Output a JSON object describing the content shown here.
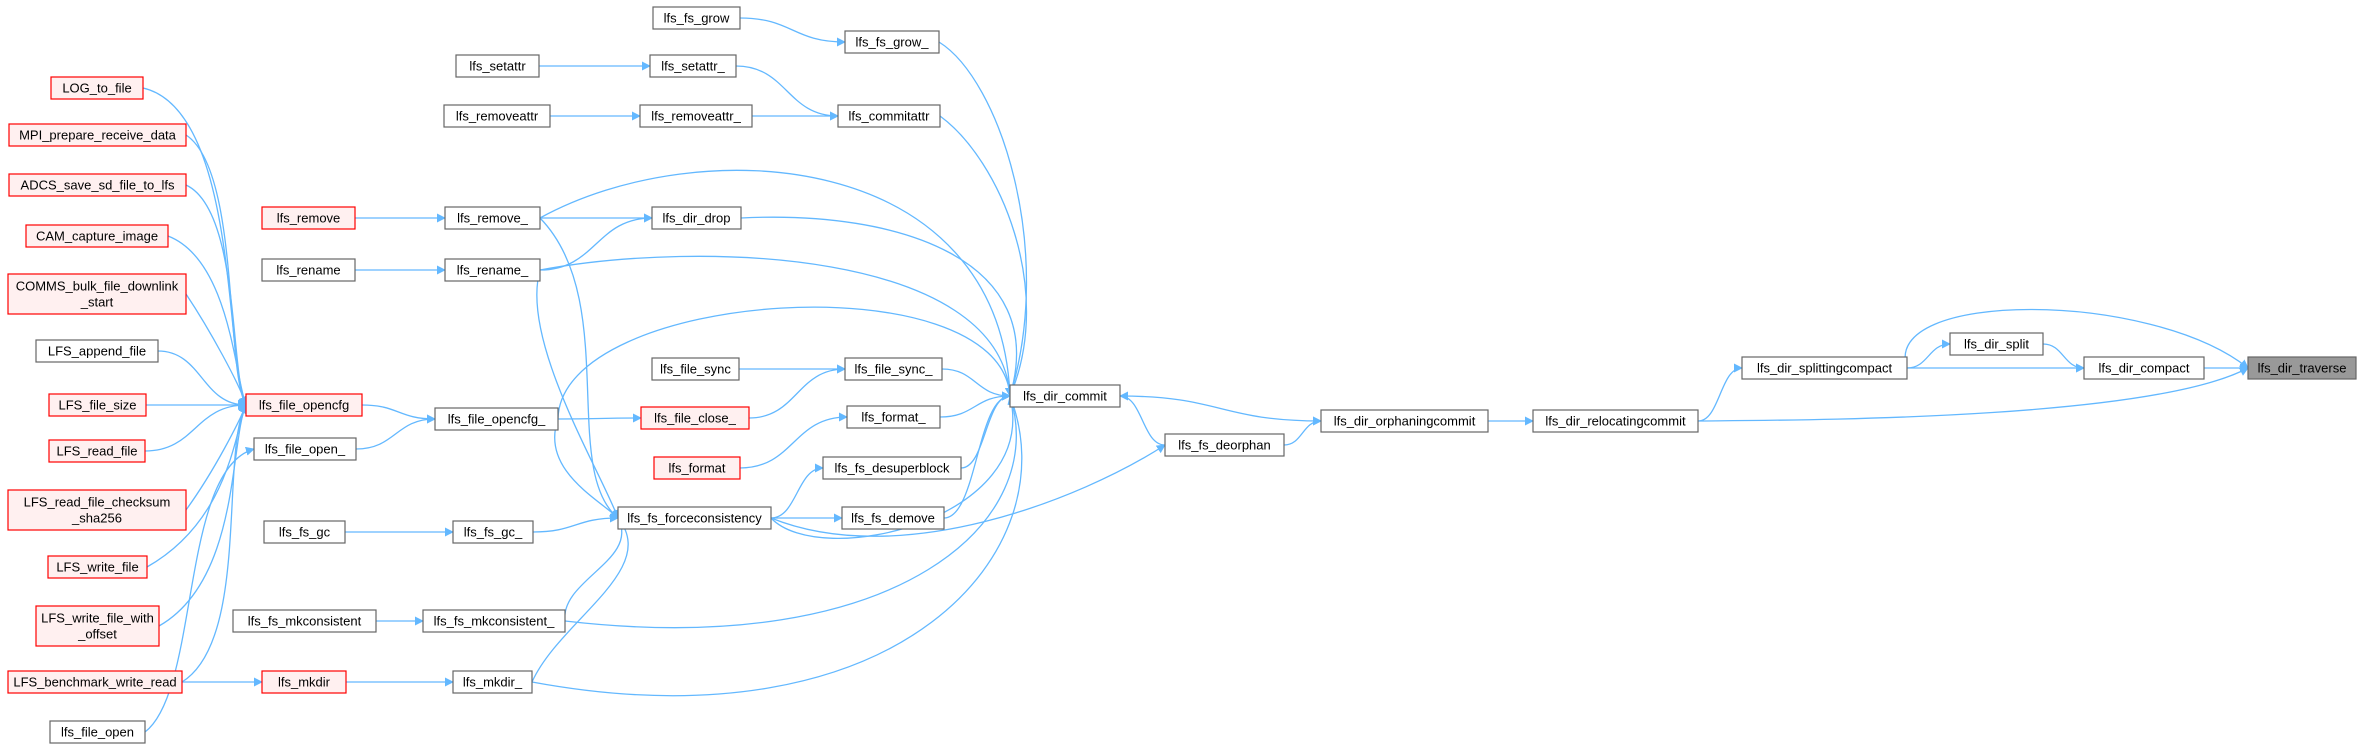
{
  "colors": {
    "edge": "#63b8ff",
    "normal_fill": "#ffffff",
    "normal_stroke": "#666666",
    "linked_fill": "#fff0f0",
    "linked_stroke": "#ff0000",
    "root_fill": "#999999",
    "root_stroke": "#666666"
  },
  "nodes": [
    {
      "id": "lfs_dir_traverse",
      "label": "lfs_dir_traverse",
      "style": "root"
    },
    {
      "id": "lfs_dir_compact",
      "label": "lfs_dir_compact",
      "style": "normal"
    },
    {
      "id": "lfs_dir_split",
      "label": "lfs_dir_split",
      "style": "normal"
    },
    {
      "id": "lfs_dir_splittingcompact",
      "label": "lfs_dir_splittingcompact",
      "style": "normal"
    },
    {
      "id": "lfs_dir_relocatingcommit",
      "label": "lfs_dir_relocatingcommit",
      "style": "normal"
    },
    {
      "id": "lfs_dir_orphaningcommit",
      "label": "lfs_dir_orphaningcommit",
      "style": "normal"
    },
    {
      "id": "lfs_fs_deorphan",
      "label": "lfs_fs_deorphan",
      "style": "normal"
    },
    {
      "id": "lfs_dir_commit",
      "label": "lfs_dir_commit",
      "style": "normal"
    },
    {
      "id": "lfs_fs_grow_",
      "label": "lfs_fs_grow_",
      "style": "normal"
    },
    {
      "id": "lfs_fs_grow",
      "label": "lfs_fs_grow",
      "style": "normal"
    },
    {
      "id": "lfs_commitattr",
      "label": "lfs_commitattr",
      "style": "normal"
    },
    {
      "id": "lfs_setattr_",
      "label": "lfs_setattr_",
      "style": "normal"
    },
    {
      "id": "lfs_setattr",
      "label": "lfs_setattr",
      "style": "normal"
    },
    {
      "id": "lfs_removeattr_",
      "label": "lfs_removeattr_",
      "style": "normal"
    },
    {
      "id": "lfs_removeattr",
      "label": "lfs_removeattr",
      "style": "normal"
    },
    {
      "id": "lfs_dir_drop",
      "label": "lfs_dir_drop",
      "style": "normal"
    },
    {
      "id": "lfs_remove_",
      "label": "lfs_remove_",
      "style": "normal"
    },
    {
      "id": "lfs_remove",
      "label": "lfs_remove",
      "style": "linked"
    },
    {
      "id": "lfs_rename_",
      "label": "lfs_rename_",
      "style": "normal"
    },
    {
      "id": "lfs_rename",
      "label": "lfs_rename",
      "style": "normal"
    },
    {
      "id": "lfs_file_sync_",
      "label": "lfs_file_sync_",
      "style": "normal"
    },
    {
      "id": "lfs_file_sync",
      "label": "lfs_file_sync",
      "style": "normal"
    },
    {
      "id": "lfs_file_close_",
      "label": "lfs_file_close_",
      "style": "linked"
    },
    {
      "id": "lfs_format_",
      "label": "lfs_format_",
      "style": "normal"
    },
    {
      "id": "lfs_format",
      "label": "lfs_format",
      "style": "linked"
    },
    {
      "id": "lfs_fs_desuperblock",
      "label": "lfs_fs_desuperblock",
      "style": "normal"
    },
    {
      "id": "lfs_fs_demove",
      "label": "lfs_fs_demove",
      "style": "normal"
    },
    {
      "id": "lfs_fs_forceconsistency",
      "label": "lfs_fs_forceconsistency",
      "style": "normal"
    },
    {
      "id": "lfs_file_opencfg_",
      "label": "lfs_file_opencfg_",
      "style": "normal"
    },
    {
      "id": "lfs_file_opencfg",
      "label": "lfs_file_opencfg",
      "style": "linked"
    },
    {
      "id": "lfs_file_open_",
      "label": "lfs_file_open_",
      "style": "normal"
    },
    {
      "id": "lfs_fs_gc_",
      "label": "lfs_fs_gc_",
      "style": "normal"
    },
    {
      "id": "lfs_fs_gc",
      "label": "lfs_fs_gc",
      "style": "normal"
    },
    {
      "id": "lfs_fs_mkconsistent_",
      "label": "lfs_fs_mkconsistent_",
      "style": "normal"
    },
    {
      "id": "lfs_fs_mkconsistent",
      "label": "lfs_fs_mkconsistent",
      "style": "normal"
    },
    {
      "id": "lfs_mkdir_",
      "label": "lfs_mkdir_",
      "style": "normal"
    },
    {
      "id": "lfs_mkdir",
      "label": "lfs_mkdir",
      "style": "linked"
    },
    {
      "id": "LFS_benchmark_write_read",
      "label": "LFS_benchmark_write_read",
      "style": "linked"
    },
    {
      "id": "lfs_file_open",
      "label": "lfs_file_open",
      "style": "normal"
    },
    {
      "id": "LOG_to_file",
      "label": "LOG_to_file",
      "style": "linked"
    },
    {
      "id": "MPI_prepare_receive_data",
      "label": "MPI_prepare_receive_data",
      "style": "linked"
    },
    {
      "id": "ADCS_save_sd_file_to_lfs",
      "label": "ADCS_save_sd_file_to_lfs",
      "style": "linked"
    },
    {
      "id": "CAM_capture_image",
      "label": "CAM_capture_image",
      "style": "linked"
    },
    {
      "id": "COMMS_bulk_file_downlink_start",
      "label": "COMMS_bulk_file_downlink\n_start",
      "style": "linked"
    },
    {
      "id": "LFS_append_file",
      "label": "LFS_append_file",
      "style": "normal"
    },
    {
      "id": "LFS_file_size",
      "label": "LFS_file_size",
      "style": "linked"
    },
    {
      "id": "LFS_read_file",
      "label": "LFS_read_file",
      "style": "linked"
    },
    {
      "id": "LFS_read_file_checksum_sha256",
      "label": "LFS_read_file_checksum\n_sha256",
      "style": "linked"
    },
    {
      "id": "LFS_write_file",
      "label": "LFS_write_file",
      "style": "linked"
    },
    {
      "id": "LFS_write_file_with_offset",
      "label": "LFS_write_file_with\n_offset",
      "style": "linked"
    }
  ],
  "edges": [
    [
      "lfs_dir_compact",
      "lfs_dir_traverse"
    ],
    [
      "lfs_dir_splittingcompact",
      "lfs_dir_traverse"
    ],
    [
      "lfs_dir_relocatingcommit",
      "lfs_dir_traverse"
    ],
    [
      "lfs_dir_split",
      "lfs_dir_compact"
    ],
    [
      "lfs_dir_splittingcompact",
      "lfs_dir_compact"
    ],
    [
      "lfs_dir_splittingcompact",
      "lfs_dir_split"
    ],
    [
      "lfs_dir_relocatingcommit",
      "lfs_dir_splittingcompact"
    ],
    [
      "lfs_dir_orphaningcommit",
      "lfs_dir_relocatingcommit"
    ],
    [
      "lfs_dir_commit",
      "lfs_dir_orphaningcommit"
    ],
    [
      "lfs_fs_deorphan",
      "lfs_dir_orphaningcommit"
    ],
    [
      "lfs_fs_deorphan",
      "lfs_dir_commit"
    ],
    [
      "lfs_fs_forceconsistency",
      "lfs_fs_deorphan"
    ],
    [
      "lfs_fs_grow_",
      "lfs_dir_commit"
    ],
    [
      "lfs_fs_grow",
      "lfs_fs_grow_"
    ],
    [
      "lfs_commitattr",
      "lfs_dir_commit"
    ],
    [
      "lfs_setattr_",
      "lfs_commitattr"
    ],
    [
      "lfs_setattr",
      "lfs_setattr_"
    ],
    [
      "lfs_removeattr_",
      "lfs_commitattr"
    ],
    [
      "lfs_removeattr",
      "lfs_removeattr_"
    ],
    [
      "lfs_remove_",
      "lfs_dir_commit"
    ],
    [
      "lfs_dir_drop",
      "lfs_dir_commit"
    ],
    [
      "lfs_remove_",
      "lfs_dir_drop"
    ],
    [
      "lfs_rename_",
      "lfs_dir_drop"
    ],
    [
      "lfs_remove",
      "lfs_remove_"
    ],
    [
      "lfs_rename_",
      "lfs_dir_commit"
    ],
    [
      "lfs_rename",
      "lfs_rename_"
    ],
    [
      "lfs_file_opencfg_",
      "lfs_dir_commit"
    ],
    [
      "lfs_file_sync_",
      "lfs_dir_commit"
    ],
    [
      "lfs_file_sync",
      "lfs_file_sync_"
    ],
    [
      "lfs_file_close_",
      "lfs_file_sync_"
    ],
    [
      "lfs_file_opencfg_",
      "lfs_file_close_"
    ],
    [
      "lfs_format_",
      "lfs_dir_commit"
    ],
    [
      "lfs_format",
      "lfs_format_"
    ],
    [
      "lfs_fs_desuperblock",
      "lfs_dir_commit"
    ],
    [
      "lfs_fs_forceconsistency",
      "lfs_fs_desuperblock"
    ],
    [
      "lfs_fs_demove",
      "lfs_dir_commit"
    ],
    [
      "lfs_fs_forceconsistency",
      "lfs_fs_demove"
    ],
    [
      "lfs_fs_forceconsistency",
      "lfs_dir_commit"
    ],
    [
      "lfs_fs_mkconsistent_",
      "lfs_dir_commit"
    ],
    [
      "lfs_mkdir_",
      "lfs_dir_commit"
    ],
    [
      "lfs_remove_",
      "lfs_fs_forceconsistency"
    ],
    [
      "lfs_rename_",
      "lfs_fs_forceconsistency"
    ],
    [
      "lfs_file_opencfg_",
      "lfs_fs_forceconsistency"
    ],
    [
      "lfs_fs_gc_",
      "lfs_fs_forceconsistency"
    ],
    [
      "lfs_fs_mkconsistent_",
      "lfs_fs_forceconsistency"
    ],
    [
      "lfs_mkdir_",
      "lfs_fs_forceconsistency"
    ],
    [
      "lfs_fs_gc",
      "lfs_fs_gc_"
    ],
    [
      "lfs_fs_mkconsistent",
      "lfs_fs_mkconsistent_"
    ],
    [
      "lfs_mkdir",
      "lfs_mkdir_"
    ],
    [
      "LFS_benchmark_write_read",
      "lfs_mkdir"
    ],
    [
      "lfs_file_opencfg",
      "lfs_file_opencfg_"
    ],
    [
      "lfs_file_open_",
      "lfs_file_opencfg_"
    ],
    [
      "lfs_file_open",
      "lfs_file_open_"
    ],
    [
      "LOG_to_file",
      "lfs_file_opencfg"
    ],
    [
      "MPI_prepare_receive_data",
      "lfs_file_opencfg"
    ],
    [
      "ADCS_save_sd_file_to_lfs",
      "lfs_file_opencfg"
    ],
    [
      "CAM_capture_image",
      "lfs_file_opencfg"
    ],
    [
      "COMMS_bulk_file_downlink_start",
      "lfs_file_opencfg"
    ],
    [
      "LFS_append_file",
      "lfs_file_opencfg"
    ],
    [
      "LFS_file_size",
      "lfs_file_opencfg"
    ],
    [
      "LFS_read_file",
      "lfs_file_opencfg"
    ],
    [
      "LFS_read_file_checksum_sha256",
      "lfs_file_opencfg"
    ],
    [
      "LFS_write_file",
      "lfs_file_opencfg"
    ],
    [
      "LFS_write_file_with_offset",
      "lfs_file_opencfg"
    ],
    [
      "LFS_benchmark_write_read",
      "lfs_file_opencfg"
    ]
  ]
}
